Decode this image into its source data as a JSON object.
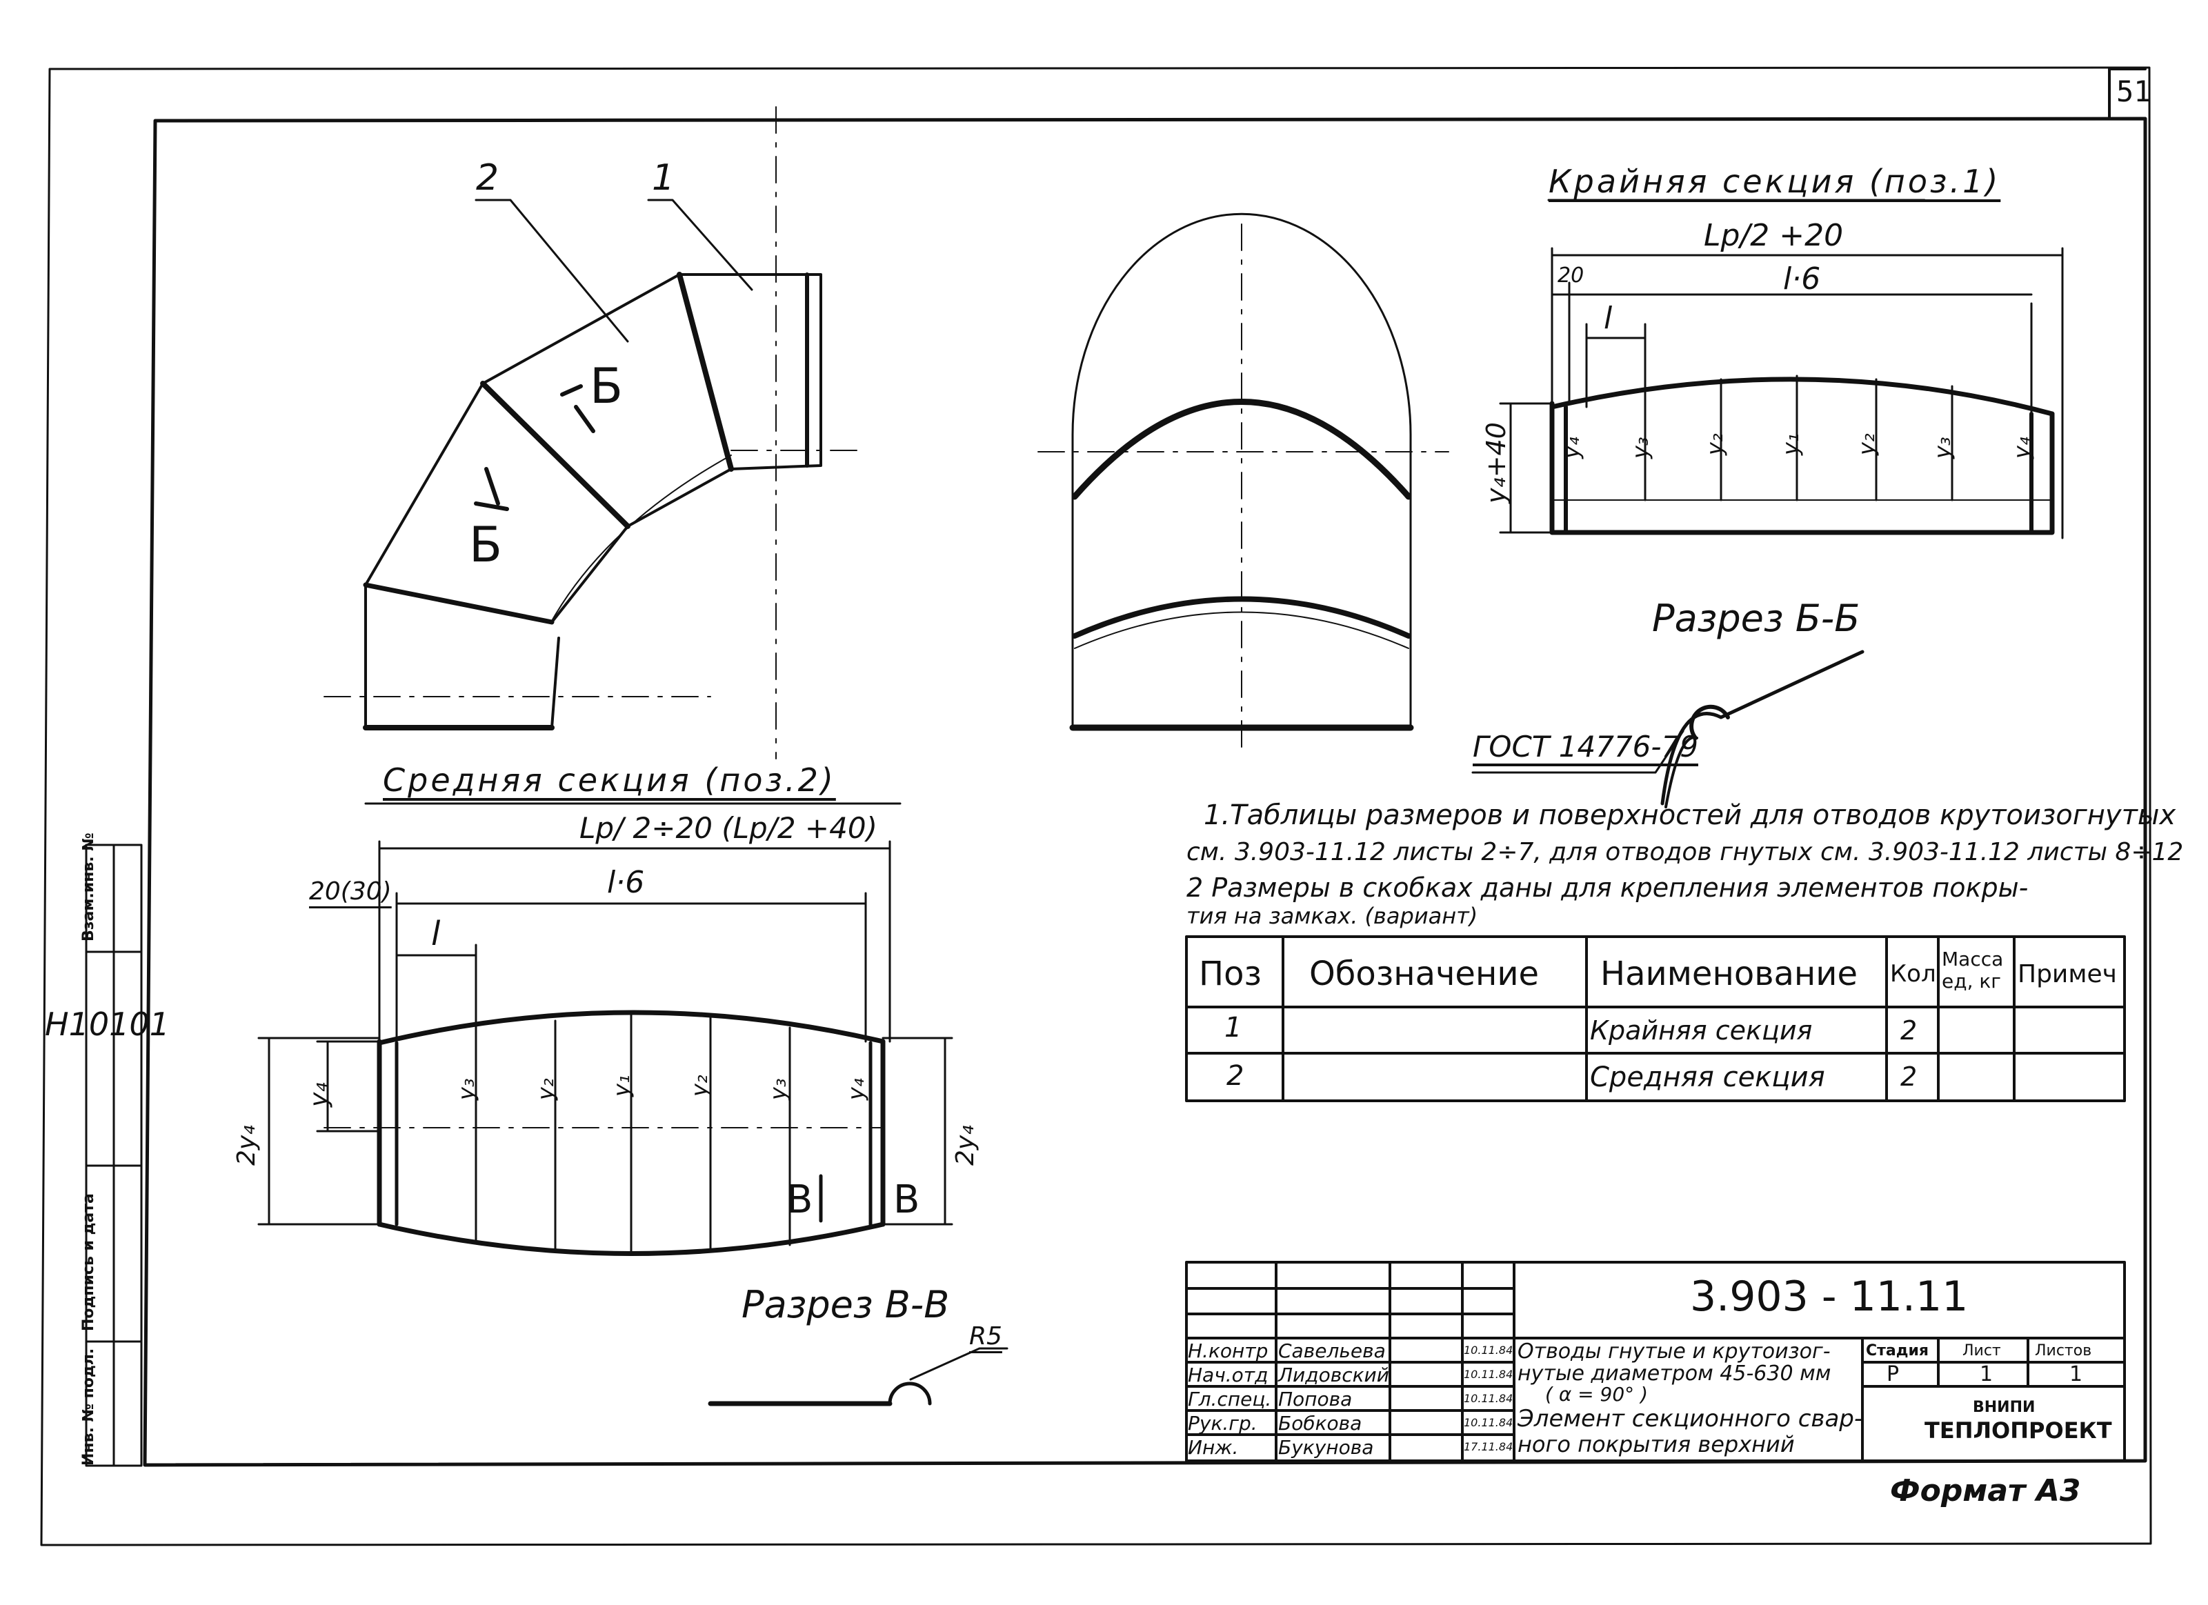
{
  "sheet_number": "51",
  "archive_code": "Н10101",
  "side_stamp": {
    "cells": [
      "Взам.инв. №",
      "Подпись и дата",
      "Инв. № подл."
    ]
  },
  "elbow_view": {
    "pos_label_1": "1",
    "pos_label_2": "2",
    "section_mark_top": "Б",
    "section_mark_left": "Б"
  },
  "end_section": {
    "title": "Крайняя  секция (поз.1)",
    "dim_total": "Lр/2 +20",
    "dim_offset": "20",
    "dim_l6": "l·6",
    "dim_l": "l",
    "dim_height": "y₄+40",
    "y_labels": [
      "y₄",
      "y₃",
      "y₂",
      "y₁",
      "y₂",
      "y₃",
      "y₄"
    ]
  },
  "section_bb": {
    "title": "Разрез Б-Б",
    "gost": "ГОСТ 14776-79"
  },
  "middle_section": {
    "title": "Средняя  секция  (поз.2)",
    "dim_total": "Lр/ 2÷20 (Lр/2 +40)",
    "dim_offset": "20(30)",
    "dim_l6": "l·6",
    "dim_l": "l",
    "dim_y4": "y₄",
    "dim_2y4_left": "2y₄",
    "dim_2y4_right": "2y₄",
    "y_labels": [
      "y₃",
      "y₂",
      "y₁",
      "y₂",
      "y₃",
      "y₄"
    ],
    "mark_left": "В",
    "mark_right": "В"
  },
  "section_vv": {
    "title": "Разрез В-В",
    "radius": "R5"
  },
  "notes": [
    "1.Таблицы  размеров  и  поверхностей  для  отводов  крутоизогнутых",
    "см. 3.903-11.12 листы 2÷7, для отводов гнутых см. 3.903-11.12 листы 8÷12",
    "2 Размеры   в скобках  даны  для  крепления  элементов  покры-",
    "тия  на  замках. (вариант)"
  ],
  "spec_table": {
    "headers": [
      "Поз",
      "Обозначение",
      "Наименование",
      "Кол",
      "Масса ед, кг",
      "Примеч"
    ],
    "rows": [
      [
        "1",
        "",
        "Крайняя секция",
        "2",
        "",
        ""
      ],
      [
        "2",
        "",
        "Средняя  секция",
        "2",
        "",
        ""
      ]
    ]
  },
  "title_block": {
    "doc_number": "3.903 - 11.11",
    "title_lines": [
      "Отводы гнутые и крутоизог-",
      "нутые  диаметром 45-630 мм",
      "( α = 90° )",
      "Элемент секционного свар-",
      "ного покрытия  верхний"
    ],
    "signers": [
      {
        "role": "Н.контр",
        "name": "Савельева",
        "date": "10.11.84"
      },
      {
        "role": "Нач.отд",
        "name": "Лидовский",
        "date": "10.11.84"
      },
      {
        "role": "Гл.спец.",
        "name": "Попова",
        "date": "10.11.84"
      },
      {
        "role": "Рук.гр.",
        "name": "Бобкова",
        "date": "10.11.84"
      },
      {
        "role": "Инж.",
        "name": "Букунова",
        "date": "17.11.84"
      }
    ],
    "stage_header": "Стадия",
    "sheet_header": "Лист",
    "sheets_header": "Листов",
    "stage": "Р",
    "sheet": "1",
    "sheets": "1",
    "org_line1": "ВНИПИ",
    "org_line2": "ТЕПЛОПРОЕКТ"
  },
  "format": "Формат А3"
}
